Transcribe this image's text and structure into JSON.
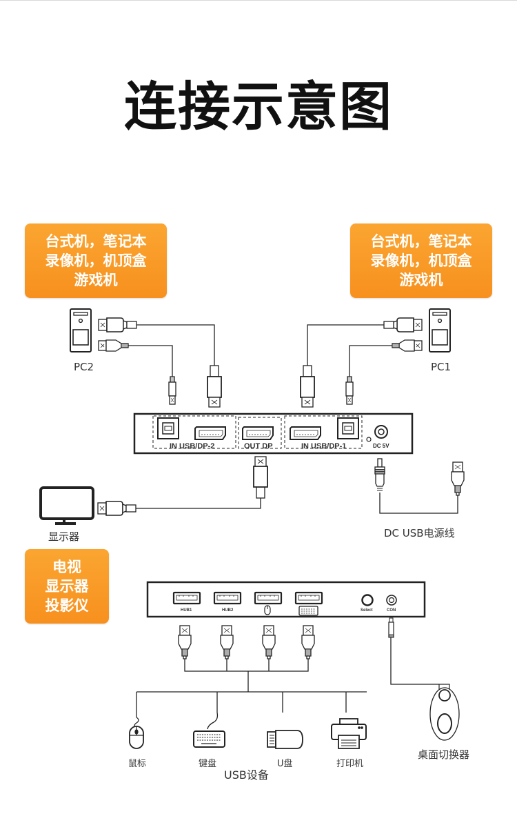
{
  "title": "连接示意图",
  "source_box_left": {
    "lines": [
      "台式机，笔记本",
      "录像机，机顶盒",
      "游戏机"
    ]
  },
  "source_box_right": {
    "lines": [
      "台式机，笔记本",
      "录像机，机顶盒",
      "游戏机"
    ]
  },
  "display_box": {
    "lines": [
      "电视",
      "显示器",
      "投影仪"
    ]
  },
  "pc_left_label": "PC2",
  "pc_right_label": "PC1",
  "front_panel": {
    "port_groups": [
      "IN USB/DP-2",
      "OUT DP",
      "IN USB/DP-1"
    ],
    "power_label": "DC 5V"
  },
  "monitor_label": "显示器",
  "power_cable_label": "DC USB电源线",
  "back_panel": {
    "ports": [
      "HUB1",
      "HUB2",
      "mouse-port",
      "keyboard-port"
    ],
    "select_label": "Select",
    "con_label": "CON"
  },
  "usb_devices": {
    "group_label": "USB设备",
    "items": [
      "鼠标",
      "键盘",
      "U盘",
      "打印机"
    ]
  },
  "desktop_switch_label": "桌面切换器"
}
